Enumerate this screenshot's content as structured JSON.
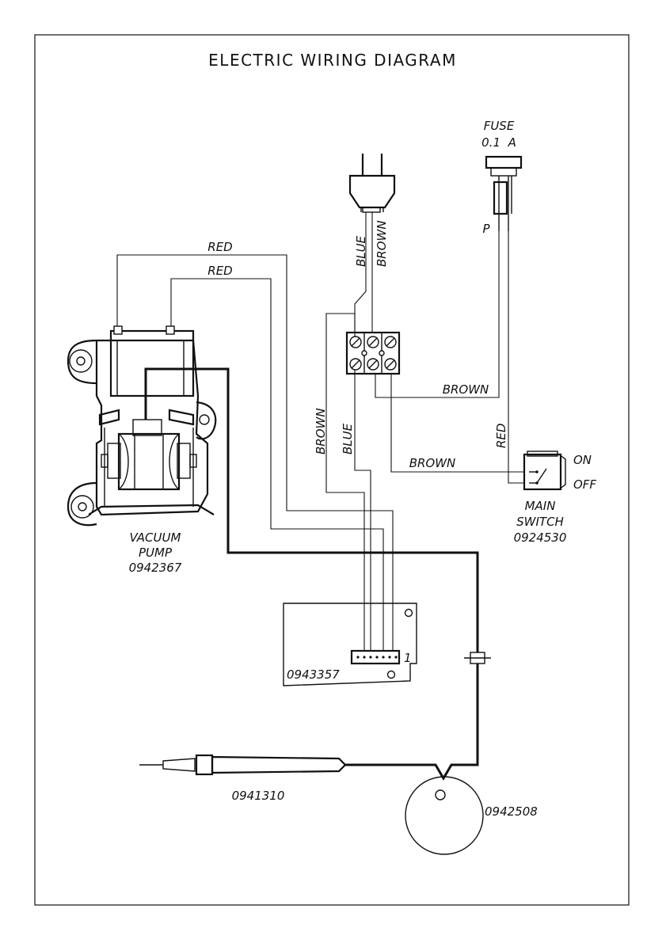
{
  "title": "ELECTRIC WIRING DIAGRAM",
  "fuse": {
    "label": "FUSE",
    "rating": "0.1  A",
    "terminal": "P"
  },
  "wires": {
    "red_outer": "RED",
    "red_inner": "RED",
    "plug_blue": "BLUE",
    "plug_brown": "BROWN",
    "terminal_to_fuse": "BROWN",
    "terminal_to_switch": "BROWN",
    "fuse_to_switch": "RED",
    "board_brown": "BROWN",
    "board_blue": "BLUE"
  },
  "vacuum_pump": {
    "line1": "VACUUM",
    "line2": "PUMP",
    "code": "0942367"
  },
  "main_switch": {
    "line1": "MAIN",
    "line2": "SWITCH",
    "code": "0924530",
    "on": "ON",
    "off": "OFF"
  },
  "pcb": {
    "code": "0943357",
    "pin1": "1"
  },
  "probe": {
    "code": "0941310"
  },
  "sensor_disc": {
    "code": "0942508"
  }
}
